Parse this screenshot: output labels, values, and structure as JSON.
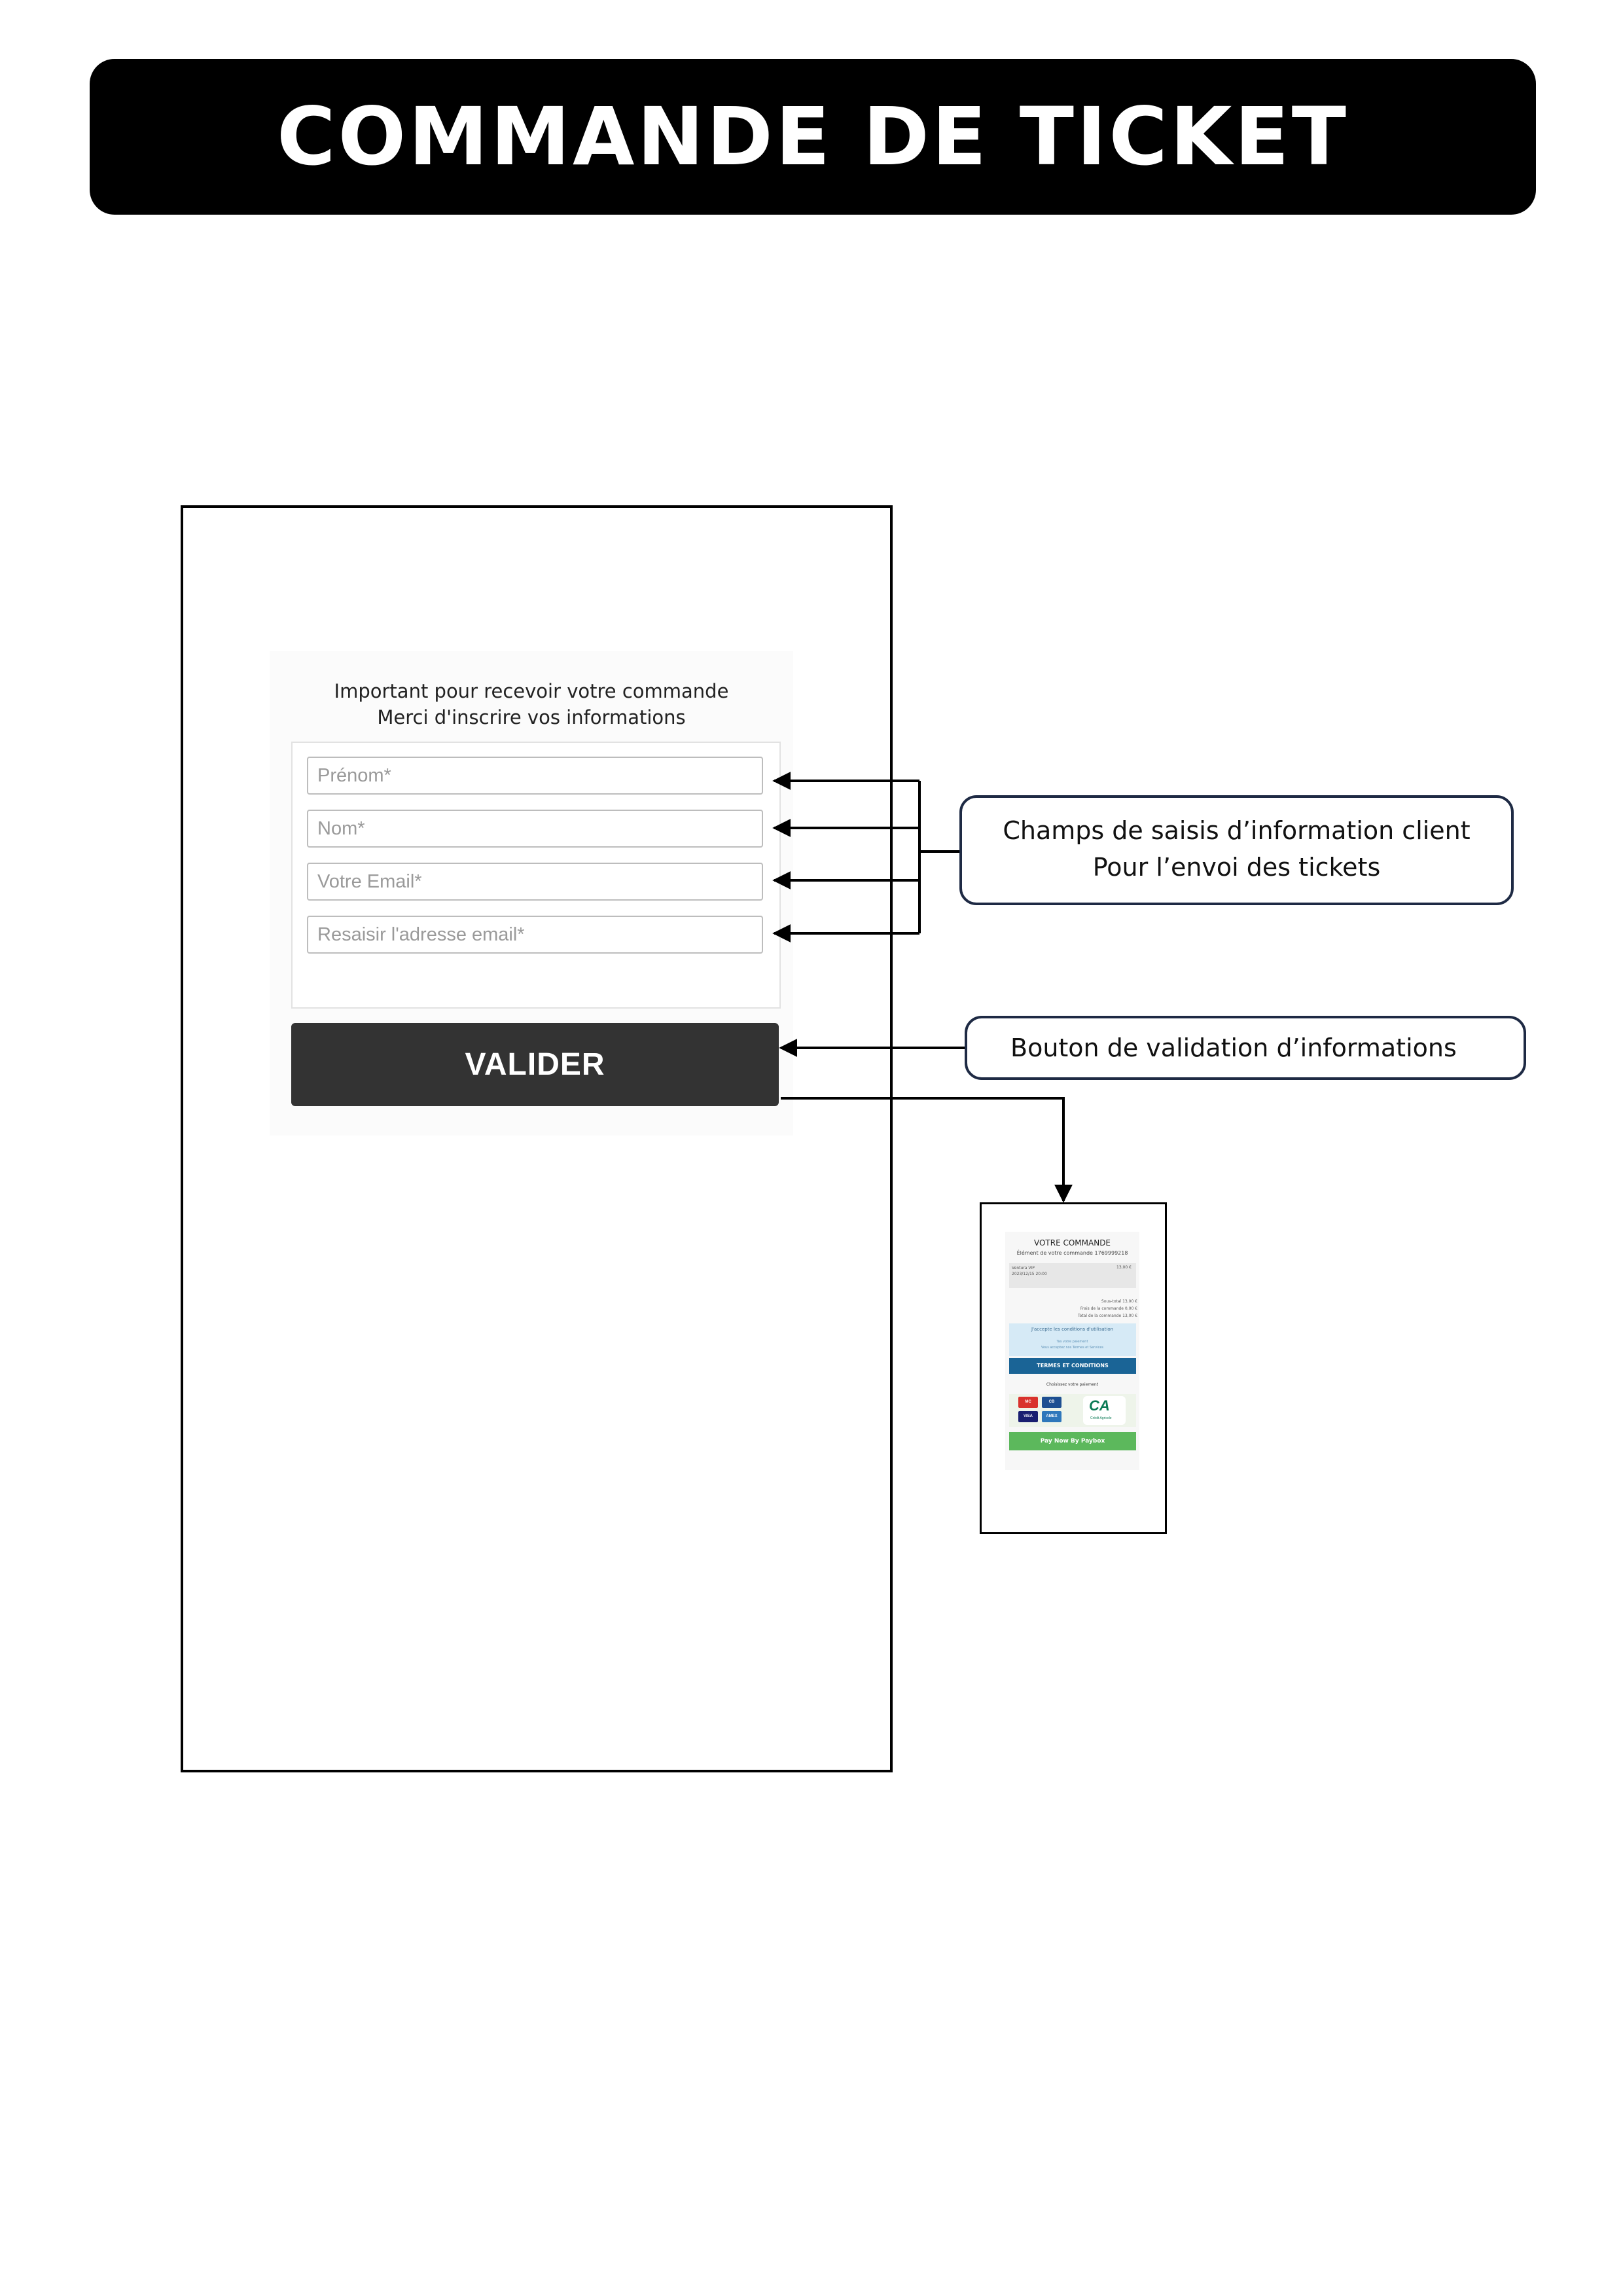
{
  "title": "COMMANDE DE TICKET",
  "form": {
    "heading_line1": "Important pour recevoir votre commande",
    "heading_line2": "Merci d'inscrire vos informations",
    "fields": [
      {
        "placeholder": "Prénom*"
      },
      {
        "placeholder": "Nom*"
      },
      {
        "placeholder": "Votre Email*"
      },
      {
        "placeholder": "Resaisir l'adresse email*"
      }
    ],
    "submit_label": "VALIDER"
  },
  "annotations": {
    "fields_line1": "Champs de saisis d’information client",
    "fields_line2": "Pour l’envoi des tickets",
    "button": "Bouton de validation d’informations"
  },
  "payment": {
    "title": "VOTRE COMMANDE",
    "subtitle": "Élément de votre commande 1769999218",
    "item_name": "Ventura VIP",
    "item_date": "2023/12/15 20:00",
    "item_price": "13,00 €",
    "subtotal": "Sous-total 13,00 €",
    "fees": "Frais de la commande 0,00 €",
    "total": "Total de la commande 13,00 €",
    "accept": "J'accepte les conditions d'utilisation",
    "note1": "Tas votre paiement",
    "note2": "Vous acceptez nos Termes et Services",
    "terms": "TERMES ET CONDITIONS",
    "choose": "Choisissez votre paiement",
    "card1": "MC",
    "card2": "CB",
    "card3": "VISA",
    "card4": "AMEX",
    "bank": "CA",
    "bank_sub": "Crédit Agricole",
    "pay_button": "Pay Now By Paybox"
  },
  "colors": {
    "title_bg": "#000000",
    "button_bg": "#333333",
    "callout_border": "#1e2a44",
    "terms_bg": "#1a6496",
    "pay_bg": "#5cb85c"
  }
}
